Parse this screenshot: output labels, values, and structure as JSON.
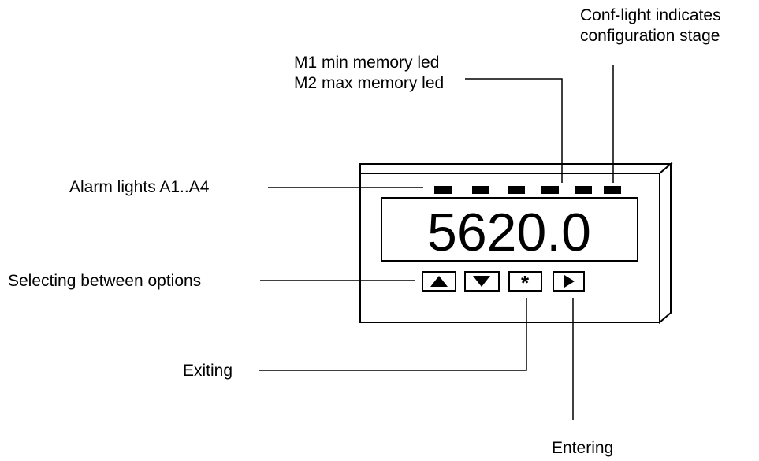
{
  "display": {
    "value": "5620.0"
  },
  "labels": {
    "alarm": "Alarm lights A1..A4",
    "memory": [
      "M1 min memory led",
      "M2 max memory led"
    ],
    "conf": [
      "Conf-light indicates",
      "configuration stage"
    ],
    "select": "Selecting between options",
    "exit": "Exiting",
    "enter": "Entering"
  },
  "leds": [
    "alarm-led-a1",
    "alarm-led-a2",
    "alarm-led-a3",
    "alarm-led-a4",
    "memory-led",
    "conf-led"
  ],
  "keys": [
    {
      "name": "up-key",
      "icon": "triangle-up-icon"
    },
    {
      "name": "down-key",
      "icon": "triangle-down-icon"
    },
    {
      "name": "star-key",
      "icon": "asterisk-icon",
      "glyph": "*"
    },
    {
      "name": "right-key",
      "icon": "triangle-right-icon"
    }
  ],
  "colors": {
    "ink": "#000000",
    "background": "#ffffff"
  }
}
